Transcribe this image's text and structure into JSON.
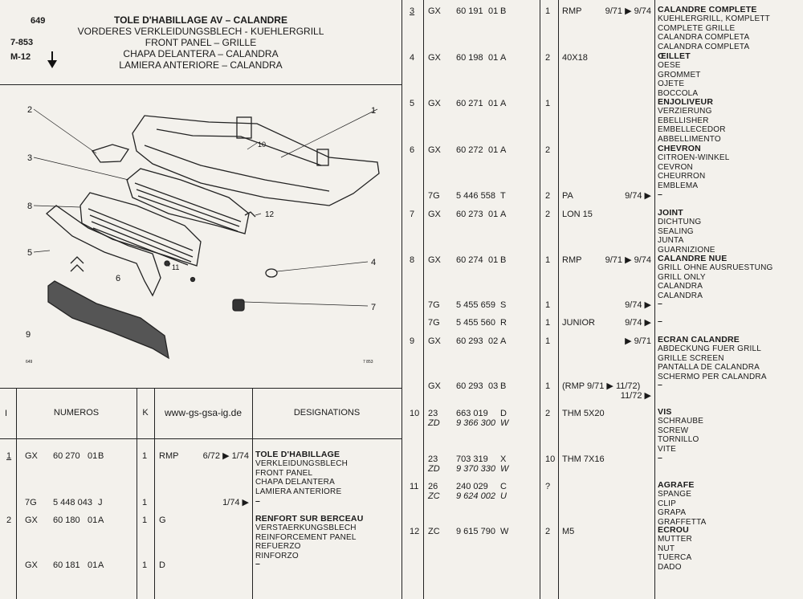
{
  "header": {
    "page_no": "649",
    "ref_code": "7-853",
    "model": "M-12",
    "title_lines": [
      "TOLE D'HABILLAGE AV – CALANDRE",
      "VORDERES VERKLEIDUNGSBLECH - KUEHLERGRILL",
      "FRONT PANEL – GRILLE",
      "CHAPA DELANTERA – CALANDRA",
      "LAMIERA ANTERIORE – CALANDRA"
    ]
  },
  "diagram": {
    "callouts": [
      "1",
      "2",
      "3",
      "4",
      "5",
      "6",
      "7",
      "8",
      "9",
      "10",
      "11",
      "12"
    ],
    "footer_left": "649",
    "footer_right": "7 853"
  },
  "table_header": {
    "col_i": "I",
    "col_numeros": "NUMEROS",
    "col_k": "K",
    "col_site": "www-gs-gsa-ig.de",
    "col_designations": "DESIGNATIONS"
  },
  "left_rows": [
    {
      "item": "1",
      "pfx": "GX",
      "num": "60 270",
      "sfx": "01",
      "let": "B",
      "k": "1",
      "cond": "RMP",
      "dates": "6/72 ▶ 1/74",
      "desc": [
        "TOLE D'HABILLAGE",
        "VERKLEIDUNGSBLECH",
        "FRONT PANEL",
        "CHAPA DELANTERA",
        "LAMIERA ANTERIORE"
      ]
    },
    {
      "item": "",
      "pfx": "7G",
      "num": "5 448 043",
      "sfx": "",
      "let": "J",
      "k": "1",
      "cond": "",
      "dates": "1/74 ▶",
      "desc": [
        "–"
      ]
    },
    {
      "item": "2",
      "pfx": "GX",
      "num": "60 180",
      "sfx": "01",
      "let": "A",
      "k": "1",
      "cond": "G",
      "dates": "",
      "desc": [
        "RENFORT SUR BERCEAU",
        "VERSTAERKUNGSBLECH",
        "REINFORCEMENT PANEL",
        "REFUERZO",
        "RINFORZO"
      ]
    },
    {
      "item": "",
      "pfx": "GX",
      "num": "60 181",
      "sfx": "01",
      "let": "A",
      "k": "1",
      "cond": "D",
      "dates": "",
      "desc": [
        "–"
      ]
    }
  ],
  "right_rows": [
    {
      "item": "3",
      "pfx": "GX",
      "num": "60 191",
      "sfx": "01",
      "let": "B",
      "k": "1",
      "cond": "RMP",
      "dates": "9/71 ▶ 9/74",
      "desc": [
        "CALANDRE COMPLETE",
        "KUEHLERGRILL, KOMPLETT",
        "COMPLETE GRILLE",
        "CALANDRA COMPLETA",
        "CALANDRA COMPLETA"
      ]
    },
    {
      "item": "4",
      "pfx": "GX",
      "num": "60 198",
      "sfx": "01",
      "let": "A",
      "k": "2",
      "cond": "40X18",
      "dates": "",
      "desc": [
        "ŒILLET",
        "OESE",
        "GROMMET",
        "OJETE",
        "BOCCOLA"
      ]
    },
    {
      "item": "5",
      "pfx": "GX",
      "num": "60 271",
      "sfx": "01",
      "let": "A",
      "k": "1",
      "cond": "",
      "dates": "",
      "desc": [
        "ENJOLIVEUR",
        "VERZIERUNG",
        "EBELLISHER",
        "EMBELLECEDOR",
        "ABBELLIMENTO"
      ]
    },
    {
      "item": "6",
      "pfx": "GX",
      "num": "60 272",
      "sfx": "01",
      "let": "A",
      "k": "2",
      "cond": "",
      "dates": "",
      "desc": [
        "CHEVRON",
        "CITROEN-WINKEL",
        "CEVRON",
        "CHEURRON",
        "EMBLEMA"
      ]
    },
    {
      "item": "",
      "pfx": "7G",
      "num": "5 446 558",
      "sfx": "",
      "let": "T",
      "k": "2",
      "cond": "PA",
      "dates": "9/74 ▶",
      "desc": [
        "–"
      ]
    },
    {
      "item": "7",
      "pfx": "GX",
      "num": "60 273",
      "sfx": "01",
      "let": "A",
      "k": "2",
      "cond": "LON 15",
      "dates": "",
      "desc": [
        "JOINT",
        "DICHTUNG",
        "SEALING",
        "JUNTA",
        "GUARNIZIONE"
      ]
    },
    {
      "item": "8",
      "pfx": "GX",
      "num": "60 274",
      "sfx": "01",
      "let": "B",
      "k": "1",
      "cond": "RMP",
      "dates": "9/71 ▶ 9/74",
      "desc": [
        "CALANDRE NUE",
        "GRILL OHNE AUSRUESTUNG",
        "GRILL ONLY",
        "CALANDRA",
        "CALANDRA"
      ]
    },
    {
      "item": "",
      "pfx": "7G",
      "num": "5 455 659",
      "sfx": "",
      "let": "S",
      "k": "1",
      "cond": "",
      "dates": "9/74 ▶",
      "desc": [
        "–"
      ]
    },
    {
      "item": "",
      "pfx": "7G",
      "num": "5 455 560",
      "sfx": "",
      "let": "R",
      "k": "1",
      "cond": "JUNIOR",
      "dates": "9/74 ▶",
      "desc": [
        "–"
      ]
    },
    {
      "item": "9",
      "pfx": "GX",
      "num": "60 293",
      "sfx": "02",
      "let": "A",
      "k": "1",
      "cond": "",
      "dates": "▶ 9/71",
      "desc": [
        "ECRAN CALANDRE",
        "ABDECKUNG FUER GRILL",
        "GRILLE SCREEN",
        "PANTALLA DE CALANDRA",
        "SCHERMO PER CALANDRA"
      ]
    },
    {
      "item": "",
      "pfx": "GX",
      "num": "60 293",
      "sfx": "03",
      "let": "B",
      "k": "1",
      "cond": "(RMP 9/71 ▶ 11/72)",
      "dates": "11/72 ▶",
      "desc": [
        "–"
      ]
    },
    {
      "item": "10",
      "pfx": "23",
      "num": "663 019",
      "sfx": "",
      "let": "D",
      "pfx2": "ZD",
      "num2": "9 366 300",
      "let2": "W",
      "k": "2",
      "cond": "THM 5X20",
      "dates": "",
      "desc": [
        "VIS",
        "SCHRAUBE",
        "SCREW",
        "TORNILLO",
        "VITE"
      ]
    },
    {
      "item": "",
      "pfx": "23",
      "num": "703 319",
      "sfx": "",
      "let": "X",
      "pfx2": "ZD",
      "num2": "9 370 330",
      "let2": "W",
      "k": "10",
      "cond": "THM 7X16",
      "dates": "",
      "desc": [
        "–"
      ]
    },
    {
      "item": "11",
      "pfx": "26",
      "num": "240 029",
      "sfx": "",
      "let": "C",
      "pfx2": "ZC",
      "num2": "9 624 002",
      "let2": "U",
      "k": "?",
      "cond": "",
      "dates": "",
      "desc": [
        "AGRAFE",
        "SPANGE",
        "CLIP",
        "GRAPA",
        "GRAFFETTA"
      ]
    },
    {
      "item": "12",
      "pfx": "ZC",
      "num": "9 615 790",
      "sfx": "",
      "let": "W",
      "k": "2",
      "cond": "M5",
      "dates": "",
      "desc": [
        "ECROU",
        "MUTTER",
        "NUT",
        "TUERCA",
        "DADO"
      ]
    }
  ]
}
